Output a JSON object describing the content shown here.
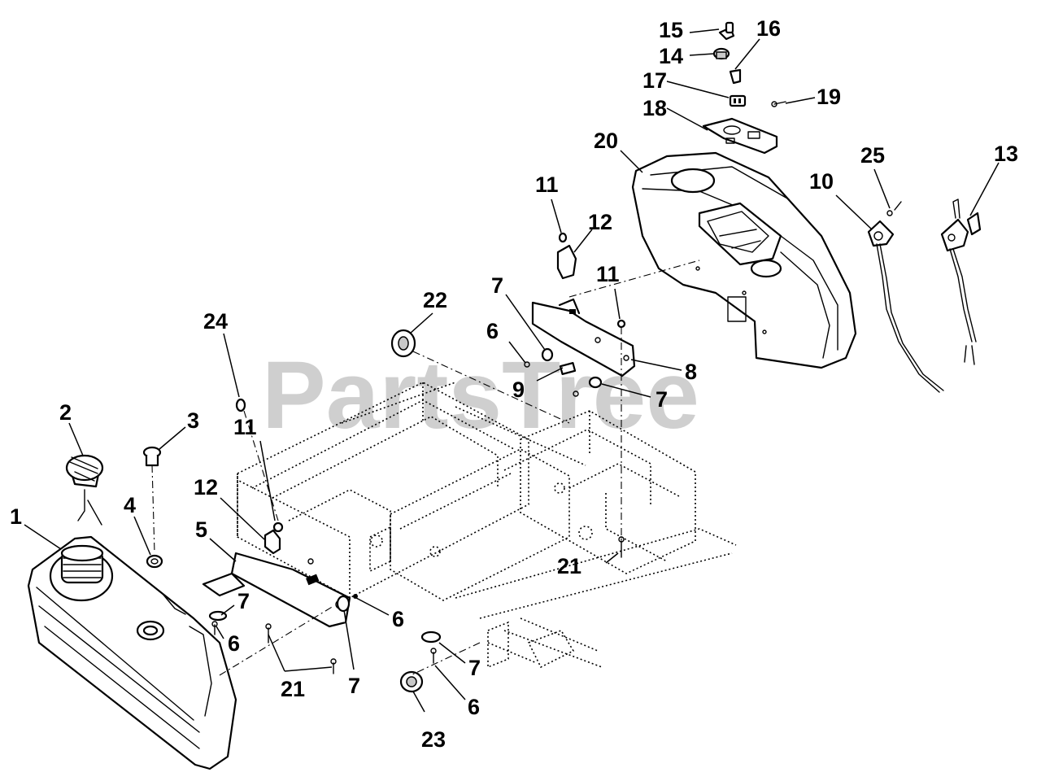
{
  "watermark": {
    "text": "PartsTree",
    "trademark": "™"
  },
  "callouts": {
    "c1": "1",
    "c2": "2",
    "c3": "3",
    "c4": "4",
    "c5": "5",
    "c6a": "6",
    "c6b": "6",
    "c6c": "6",
    "c6d": "6",
    "c7a": "7",
    "c7b": "7",
    "c7c": "7",
    "c7d": "7",
    "c7e": "7",
    "c8": "8",
    "c9": "9",
    "c10": "10",
    "c11a": "11",
    "c11b": "11",
    "c11c": "11",
    "c12a": "12",
    "c12b": "12",
    "c13": "13",
    "c14": "14",
    "c15": "15",
    "c16": "16",
    "c17": "17",
    "c18": "18",
    "c19": "19",
    "c20": "20",
    "c21a": "21",
    "c21b": "21",
    "c22": "22",
    "c23": "23",
    "c24": "24",
    "c25": "25"
  }
}
